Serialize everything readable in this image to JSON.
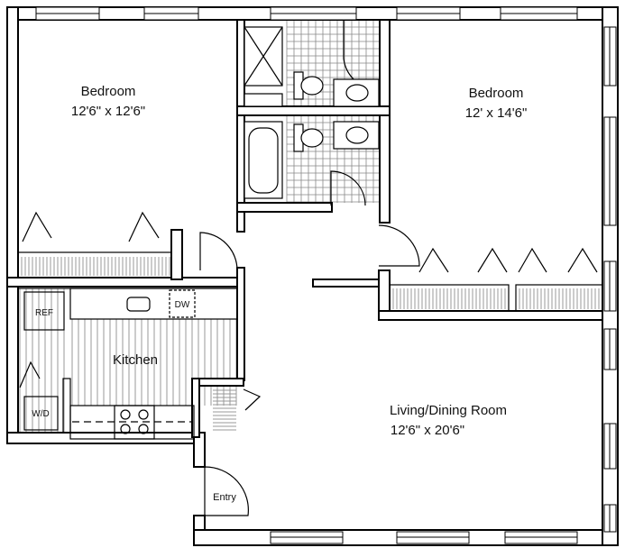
{
  "rooms": {
    "bedroom1": {
      "name": "Bedroom",
      "size": "12'6\" x 12'6\""
    },
    "bedroom2": {
      "name": "Bedroom",
      "size": "12' x 14'6\""
    },
    "kitchen": {
      "name": "Kitchen"
    },
    "living": {
      "name": "Living/Dining Room",
      "size": "12'6\" x 20'6\""
    },
    "entry": {
      "name": "Entry"
    }
  },
  "appliances": {
    "ref": "REF",
    "dw": "DW",
    "wd": "W/D"
  }
}
